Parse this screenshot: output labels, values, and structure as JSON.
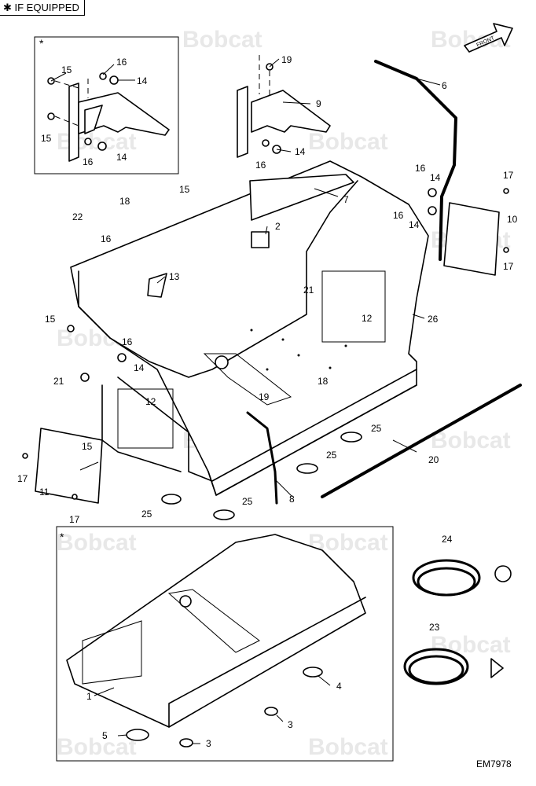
{
  "header": {
    "tag": "✱ IF EQUIPPED"
  },
  "front_arrow_label": "FRONT",
  "figure_id": "EM7978",
  "watermark_text": "Bobcat",
  "inset_marker": "*",
  "callouts": [
    {
      "label": "15"
    },
    {
      "label": "16"
    },
    {
      "label": "14"
    },
    {
      "label": "15"
    },
    {
      "label": "16"
    },
    {
      "label": "14"
    },
    {
      "label": "19"
    },
    {
      "label": "9"
    },
    {
      "label": "14"
    },
    {
      "label": "16"
    },
    {
      "label": "6"
    },
    {
      "label": "15"
    },
    {
      "label": "18"
    },
    {
      "label": "22"
    },
    {
      "label": "16"
    },
    {
      "label": "7"
    },
    {
      "label": "2"
    },
    {
      "label": "16"
    },
    {
      "label": "14"
    },
    {
      "label": "16"
    },
    {
      "label": "14"
    },
    {
      "label": "17"
    },
    {
      "label": "10"
    },
    {
      "label": "17"
    },
    {
      "label": "13"
    },
    {
      "label": "21"
    },
    {
      "label": "12"
    },
    {
      "label": "26"
    },
    {
      "label": "15"
    },
    {
      "label": "16"
    },
    {
      "label": "14"
    },
    {
      "label": "21"
    },
    {
      "label": "12"
    },
    {
      "label": "18"
    },
    {
      "label": "19"
    },
    {
      "label": "25"
    },
    {
      "label": "15"
    },
    {
      "label": "25"
    },
    {
      "label": "20"
    },
    {
      "label": "17"
    },
    {
      "label": "11"
    },
    {
      "label": "25"
    },
    {
      "label": "25"
    },
    {
      "label": "8"
    },
    {
      "label": "17"
    },
    {
      "label": "24"
    },
    {
      "label": "23"
    },
    {
      "label": "4"
    },
    {
      "label": "1"
    },
    {
      "label": "3"
    },
    {
      "label": "5"
    },
    {
      "label": "3"
    }
  ]
}
